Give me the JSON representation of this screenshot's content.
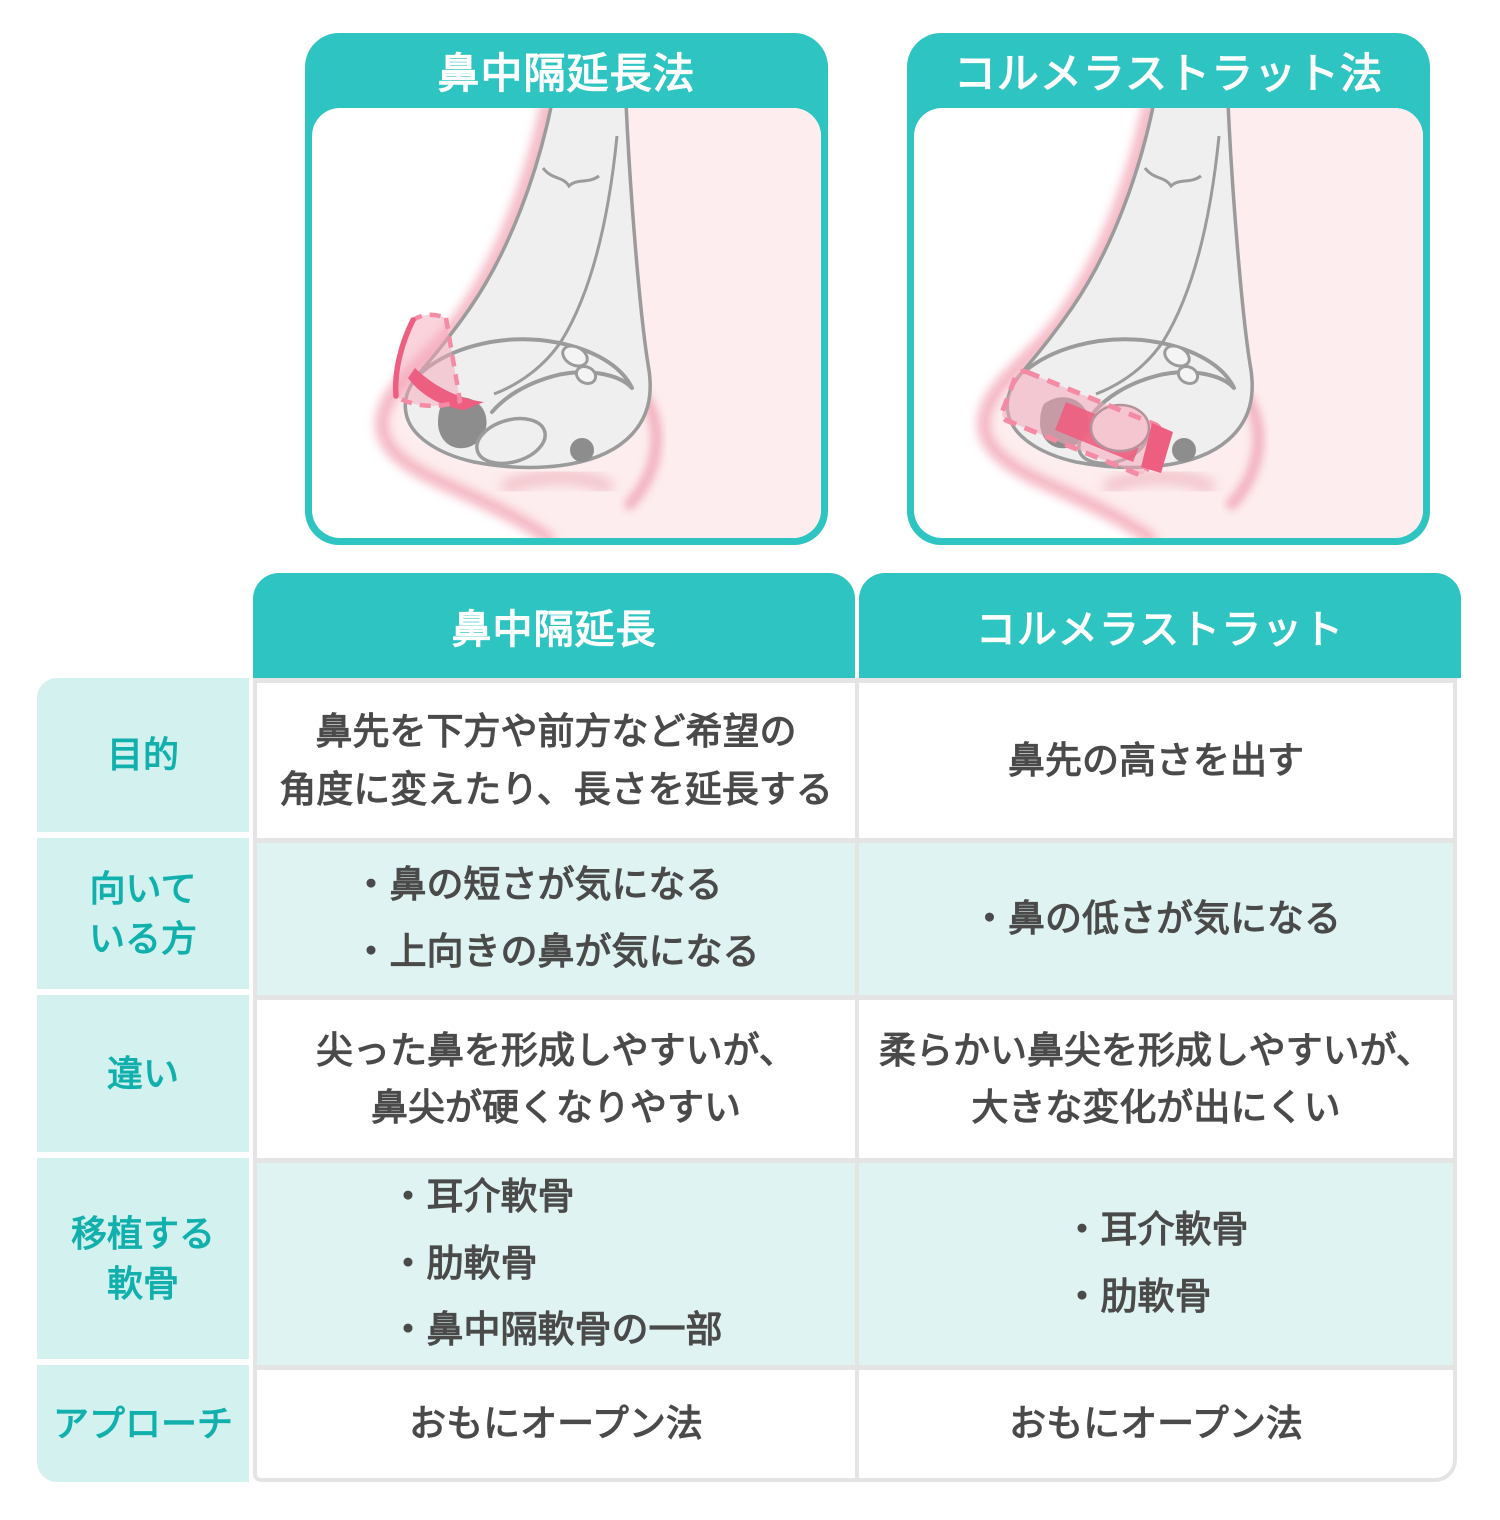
{
  "colors": {
    "teal": "#2ec4c2",
    "label_bg": "#d2f1ef",
    "label_text": "#12b0ad",
    "row_alt_bg": "#dff4f2",
    "body_text": "#4a4a4a",
    "border": "#e4e4e4",
    "skin_pink_fill": "#fdedee",
    "skin_pink_stroke": "#f3a9b7",
    "cartilage_fill": "#efefef",
    "cartilage_stroke": "#9b9b9b",
    "graft_deep_pink": "#ee5e80",
    "graft_dash_pink": "#f48aa3"
  },
  "cards": [
    {
      "title": "鼻中隔延長法"
    },
    {
      "title": "コルメラストラット法"
    }
  ],
  "table": {
    "bullet_char": "・",
    "column_headers": [
      "鼻中隔延長",
      "コルメラストラット"
    ],
    "rows": [
      {
        "label": "目的",
        "col1": "鼻先を下方や前方など希望の\n角度に変えたり、長さを延長する",
        "col2": "鼻先の高さを出す"
      },
      {
        "label": "向いて\nいる方",
        "col1_items": [
          "鼻の短さが気になる",
          "上向きの鼻が気になる"
        ],
        "col2_items": [
          "鼻の低さが気になる"
        ]
      },
      {
        "label": "違い",
        "col1": "尖った鼻を形成しやすいが、\n鼻尖が硬くなりやすい",
        "col2": "柔らかい鼻尖を形成しやすいが、\n大きな変化が出にくい"
      },
      {
        "label": "移植する\n軟骨",
        "col1_items": [
          "耳介軟骨",
          "肋軟骨",
          "鼻中隔軟骨の一部"
        ],
        "col2_items": [
          "耳介軟骨",
          "肋軟骨"
        ]
      },
      {
        "label": "アプローチ",
        "col1": "おもにオープン法",
        "col2": "おもにオープン法"
      }
    ]
  }
}
